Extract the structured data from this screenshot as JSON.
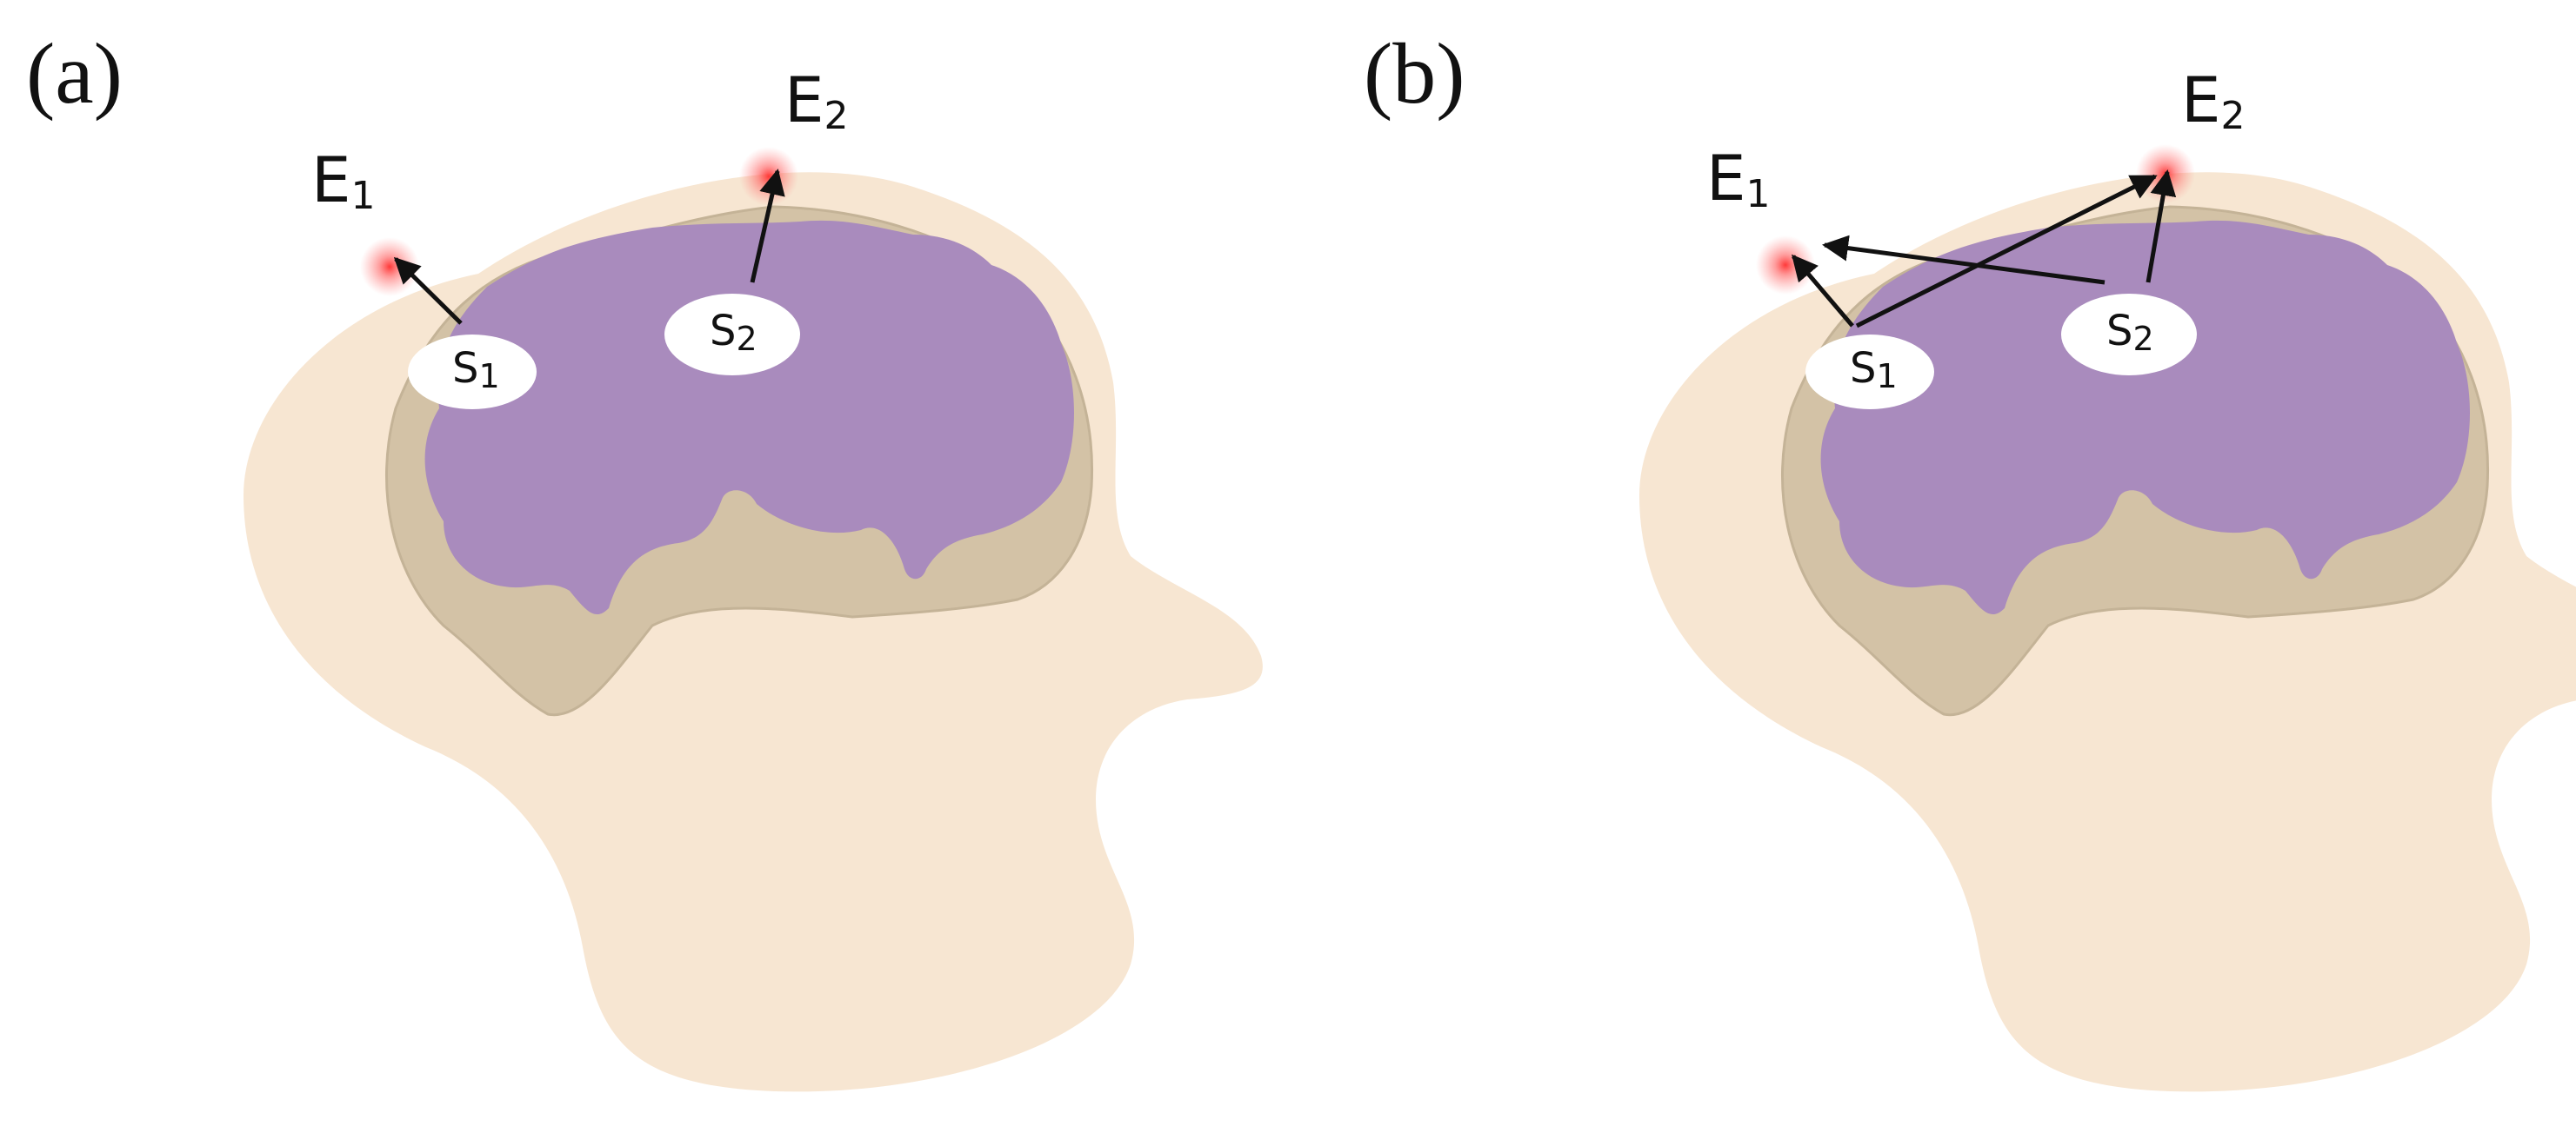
{
  "colors": {
    "background": "#ffffff",
    "head": "#f7e6d2",
    "skull": "#d3c2a6",
    "skull_outline": "#c4b397",
    "brain": "#a98bbd",
    "electrode_glow": "#ff4a4a",
    "source_fill": "#ffffff",
    "arrow": "#111111"
  },
  "panels": [
    {
      "label": "(a)",
      "electrodes": [
        {
          "letter": "E",
          "subscript": "1"
        },
        {
          "letter": "E",
          "subscript": "2"
        }
      ],
      "sources": [
        {
          "letter": "S",
          "subscript": "1"
        },
        {
          "letter": "S",
          "subscript": "2"
        }
      ],
      "connections": [
        {
          "from": "S1",
          "to": "E1"
        },
        {
          "from": "S2",
          "to": "E2"
        }
      ]
    },
    {
      "label": "(b)",
      "electrodes": [
        {
          "letter": "E",
          "subscript": "1"
        },
        {
          "letter": "E",
          "subscript": "2"
        }
      ],
      "sources": [
        {
          "letter": "S",
          "subscript": "1"
        },
        {
          "letter": "S",
          "subscript": "2"
        }
      ],
      "connections": [
        {
          "from": "S1",
          "to": "E1"
        },
        {
          "from": "S1",
          "to": "E2"
        },
        {
          "from": "S2",
          "to": "E1"
        },
        {
          "from": "S2",
          "to": "E2"
        }
      ]
    }
  ]
}
